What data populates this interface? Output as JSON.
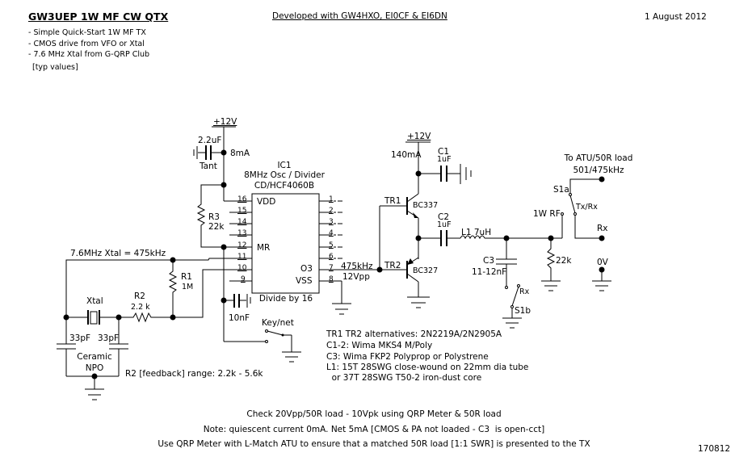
{
  "header": {
    "title": "GW3UEP 1W MF CW QTX",
    "developed_with": "Developed with GW4HXO, EI0CF & EI6DN",
    "date": "1 August 2012",
    "features": [
      "- Simple Quick-Start 1W MF TX",
      "- CMOS drive from VFO or Xtal",
      "- 7.6 MHz Xtal from G-QRP Club"
    ],
    "typ_values": "[typ values]"
  },
  "supply": {
    "rail_ic": "+12V",
    "rail_pa": "+12V",
    "ic_current": "8mA",
    "pa_current": "140mA"
  },
  "ic1": {
    "ref": "IC1",
    "function": "8MHz Osc / Divider",
    "part": "CD/HCF4060B",
    "footer": "Divide by 16",
    "pin_vdd": "VDD",
    "pin_mr": "MR",
    "pin_o3": "O3",
    "pin_vss": "VSS",
    "left_pins": [
      "16",
      "15",
      "14",
      "13",
      "12",
      "11",
      "10",
      "9"
    ],
    "right_pins": [
      "1",
      "2",
      "3",
      "4",
      "5",
      "6",
      "7",
      "8"
    ],
    "output_freq": "475kHz",
    "output_level": "12Vpp"
  },
  "components": {
    "decoupling_cap": {
      "value": "2.2uF",
      "type": "Tant"
    },
    "r3": {
      "ref": "R3",
      "value": "22k"
    },
    "r1": {
      "ref": "R1",
      "value": "1M"
    },
    "r2": {
      "ref": "R2",
      "value": "2.2 k"
    },
    "xtal": {
      "label": "Xtal",
      "note": "7.6MHz Xtal = 475kHz"
    },
    "load_caps": {
      "c_a": "33pF",
      "c_b": "33pF",
      "type_line1": "Ceramic",
      "type_line2": "NPO"
    },
    "key_cap": "10nF",
    "key": "Key/net",
    "c1": {
      "ref": "C1",
      "value": "1uF"
    },
    "c2": {
      "ref": "C2",
      "value": "1uF"
    },
    "l1": "L1 7uH",
    "c3": {
      "ref": "C3",
      "value": "11-12nF"
    },
    "tr1": {
      "ref": "TR1",
      "part": "BC337"
    },
    "tr2": {
      "ref": "TR2",
      "part": "BC327"
    },
    "r_out": "22k",
    "rf_out": "1W RF",
    "s1a": "S1a",
    "s1b": "S1b",
    "txrx": "Tx/Rx",
    "rx_a": "Rx",
    "rx_b": "Rx",
    "zero_v": "0V",
    "to_atu_line1": "To ATU/50R load",
    "to_atu_line2": "501/475kHz"
  },
  "notes": {
    "r2_range": "R2 [feedback] range: 2.2k - 5.6k",
    "parts": [
      "TR1 TR2 alternatives: 2N2219A/2N2905A",
      "C1-2: Wima MKS4 M/Poly",
      "C3: Wima FKP2 Polyprop or Polystrene",
      "L1: 15T 28SWG close-wound on 22mm dia tube",
      "  or 37T 28SWG T50-2 iron-dust core"
    ],
    "footer": [
      "Check 20Vpp/50R load - 10Vpk using QRP Meter & 50R load",
      "Note: quiescent current 0mA. Net 5mA [CMOS & PA not loaded - C3  is open-cct]",
      "Use QRP Meter with L-Match ATU to ensure that a matched 50R load [1:1 SWR] is presented to the TX"
    ],
    "drawing_id": "170812"
  }
}
